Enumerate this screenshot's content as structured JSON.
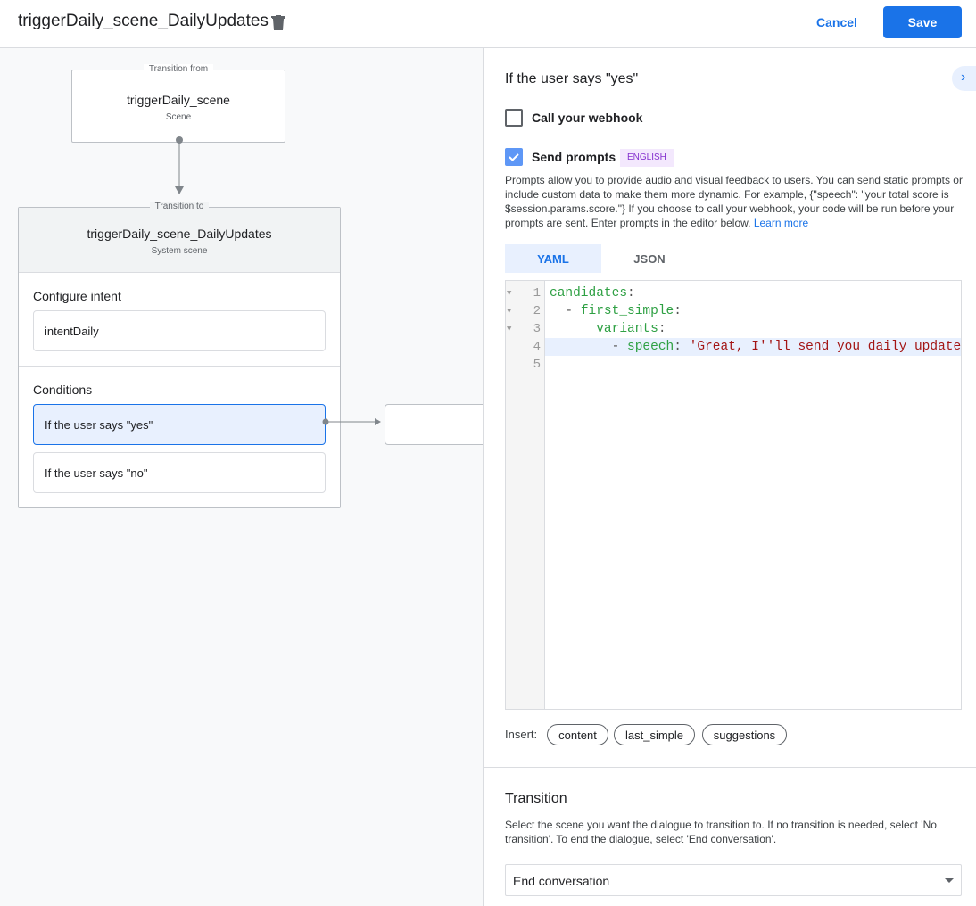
{
  "header": {
    "title": "triggerDaily_scene_DailyUpdates",
    "cancel": "Cancel",
    "save": "Save"
  },
  "canvas": {
    "from": {
      "legend": "Transition from",
      "name": "triggerDaily_scene",
      "type": "Scene"
    },
    "to": {
      "legend": "Transition to",
      "name": "triggerDaily_scene_DailyUpdates",
      "type": "System scene"
    },
    "configure_intent": {
      "heading": "Configure intent",
      "intent": "intentDaily"
    },
    "conditions": {
      "heading": "Conditions",
      "items": [
        "If the user says \"yes\"",
        "If the user says \"no\""
      ]
    }
  },
  "panel": {
    "heading": "If the user says \"yes\"",
    "webhook": {
      "label": "Call your webhook",
      "checked": false
    },
    "prompts": {
      "label": "Send prompts",
      "checked": true,
      "badge": "ENGLISH",
      "description": "Prompts allow you to provide audio and visual feedback to users. You can send static prompts or include custom data to make them more dynamic. For example, {\"speech\": \"your total score is $session.params.score.\"} If you choose to call your webhook, your code will be run before your prompts are sent. Enter prompts in the editor below.",
      "learn_more": "Learn more"
    },
    "tabs": [
      "YAML",
      "JSON"
    ],
    "editor": {
      "line_numbers": [
        "1",
        "2",
        "3",
        "4",
        "5"
      ],
      "lines": [
        {
          "indent": "",
          "k": "candidates",
          "p": ":",
          "s": ""
        },
        {
          "indent": "  - ",
          "k": "first_simple",
          "p": ":",
          "s": ""
        },
        {
          "indent": "      ",
          "k": "variants",
          "p": ":",
          "s": ""
        },
        {
          "indent": "        - ",
          "k": "speech",
          "p": ": ",
          "s": "'Great, I''ll send you daily updates."
        },
        {
          "indent": "",
          "k": "",
          "p": "",
          "s": ""
        }
      ]
    },
    "insert": {
      "label": "Insert:",
      "chips": [
        "content",
        "last_simple",
        "suggestions"
      ]
    },
    "transition": {
      "heading": "Transition",
      "description": "Select the scene you want the dialogue to transition to. If no transition is needed, select 'No transition'. To end the dialogue, select 'End conversation'.",
      "selected": "End conversation"
    }
  },
  "colors": {
    "accent": "#1a73e8",
    "badge_bg": "#f3e8fd",
    "badge_fg": "#8430ce"
  }
}
